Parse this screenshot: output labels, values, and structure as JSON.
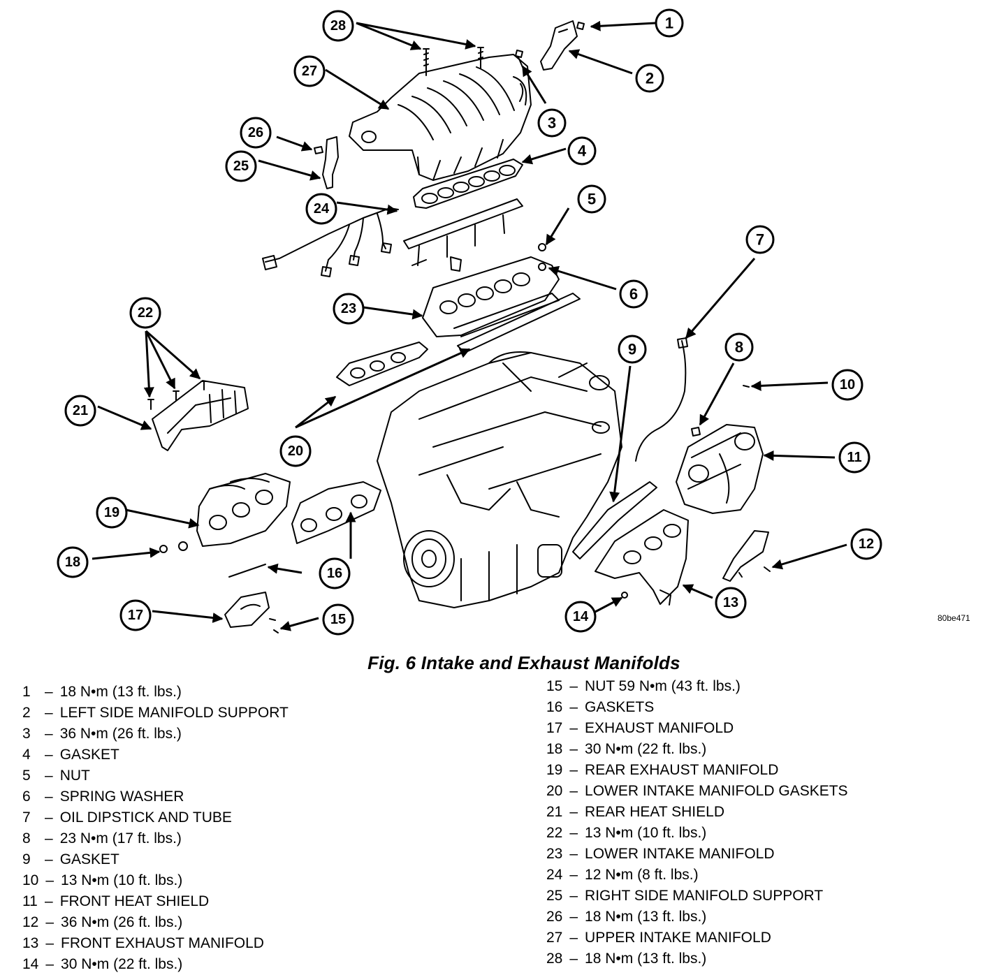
{
  "figure": {
    "caption": "Fig. 6 Intake and Exhaust Manifolds",
    "figure_id": "80be471"
  },
  "callouts": [
    "1",
    "2",
    "3",
    "4",
    "5",
    "6",
    "7",
    "8",
    "9",
    "10",
    "11",
    "12",
    "13",
    "14",
    "15",
    "16",
    "17",
    "18",
    "19",
    "20",
    "21",
    "22",
    "23",
    "24",
    "25",
    "26",
    "27",
    "28"
  ],
  "legend": {
    "left": [
      {
        "num": "1",
        "text": "18 N•m (13 ft. lbs.)"
      },
      {
        "num": "2",
        "text": "LEFT SIDE MANIFOLD SUPPORT"
      },
      {
        "num": "3",
        "text": "36 N•m (26 ft. lbs.)"
      },
      {
        "num": "4",
        "text": "GASKET"
      },
      {
        "num": "5",
        "text": "NUT"
      },
      {
        "num": "6",
        "text": "SPRING WASHER"
      },
      {
        "num": "7",
        "text": "OIL DIPSTICK AND TUBE"
      },
      {
        "num": "8",
        "text": "23 N•m (17 ft. lbs.)"
      },
      {
        "num": "9",
        "text": "GASKET"
      },
      {
        "num": "10",
        "text": "13 N•m (10 ft. lbs.)"
      },
      {
        "num": "11",
        "text": "FRONT HEAT SHIELD"
      },
      {
        "num": "12",
        "text": "36 N•m (26 ft. lbs.)"
      },
      {
        "num": "13",
        "text": "FRONT EXHAUST MANIFOLD"
      },
      {
        "num": "14",
        "text": "30 N•m (22 ft. lbs.)"
      }
    ],
    "right": [
      {
        "num": "15",
        "text": "NUT 59 N•m (43 ft. lbs.)"
      },
      {
        "num": "16",
        "text": "GASKETS"
      },
      {
        "num": "17",
        "text": "EXHAUST MANIFOLD"
      },
      {
        "num": "18",
        "text": "30 N•m (22 ft. lbs.)"
      },
      {
        "num": "19",
        "text": "REAR EXHAUST MANIFOLD"
      },
      {
        "num": "20",
        "text": "LOWER INTAKE MANIFOLD GASKETS"
      },
      {
        "num": "21",
        "text": "REAR HEAT SHIELD"
      },
      {
        "num": "22",
        "text": "13 N•m (10 ft. lbs.)"
      },
      {
        "num": "23",
        "text": "LOWER INTAKE MANIFOLD"
      },
      {
        "num": "24",
        "text": "12 N•m (8 ft. lbs.)"
      },
      {
        "num": "25",
        "text": "RIGHT SIDE MANIFOLD SUPPORT"
      },
      {
        "num": "26",
        "text": "18 N•m (13 ft. lbs.)"
      },
      {
        "num": "27",
        "text": "UPPER INTAKE MANIFOLD"
      },
      {
        "num": "28",
        "text": "18 N•m (13 ft. lbs.)"
      }
    ]
  }
}
